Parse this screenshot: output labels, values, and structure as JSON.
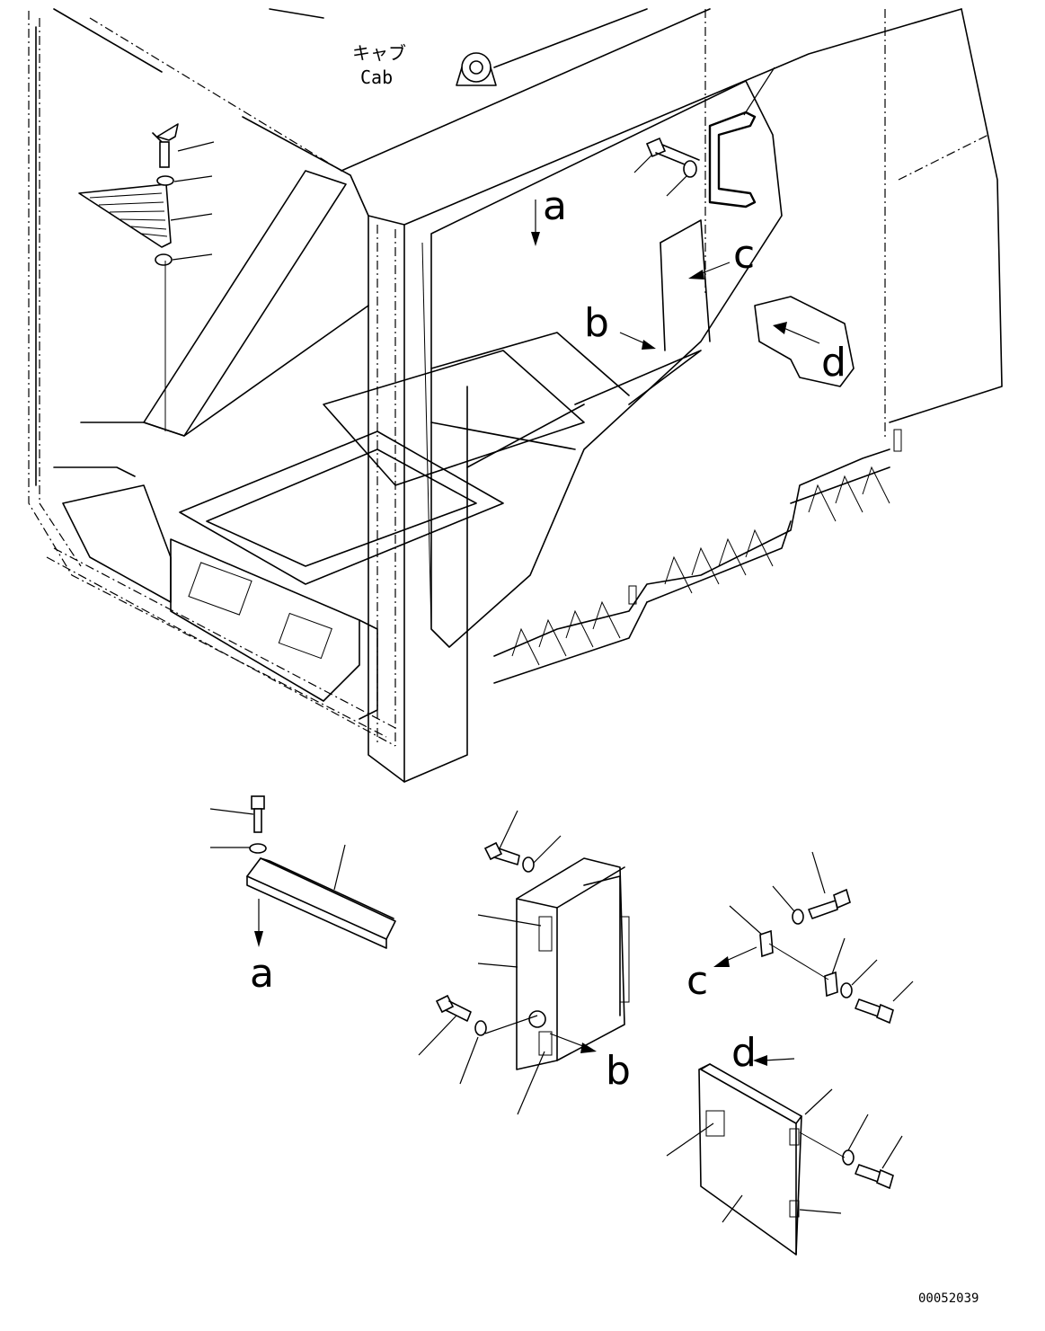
{
  "cab_label": {
    "jp": "キャブ",
    "en": "Cab"
  },
  "view_labels": {
    "a": "a",
    "b": "b",
    "c": "c",
    "d": "d"
  },
  "drawing_number": "00052039"
}
